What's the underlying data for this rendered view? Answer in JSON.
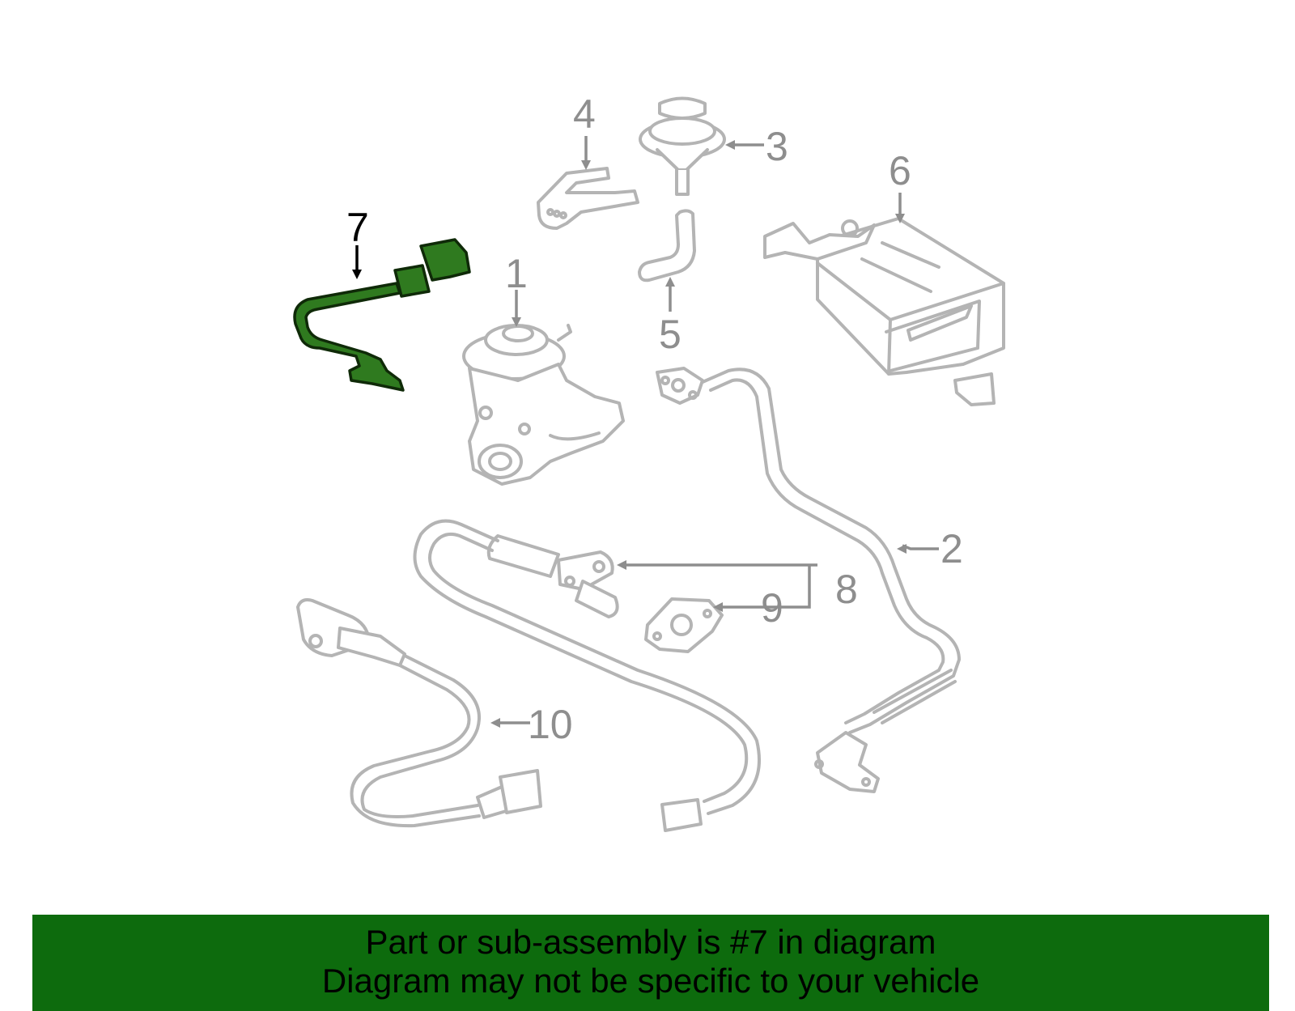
{
  "callouts": [
    "1",
    "2",
    "3",
    "4",
    "5",
    "6",
    "7",
    "8",
    "9",
    "10"
  ],
  "highlighted_part": "7",
  "colors": {
    "highlight_fill": "#2f7a1f",
    "highlight_outline": "#0f2a08",
    "part_outline": "#b4b4b4",
    "label": "#8e8e8e",
    "banner_bg": "#0d6b0d",
    "banner_text": "#000000"
  },
  "banner": {
    "line1": "Part or sub-assembly is #7 in diagram",
    "line2": "Diagram may not be specific to your vehicle"
  }
}
